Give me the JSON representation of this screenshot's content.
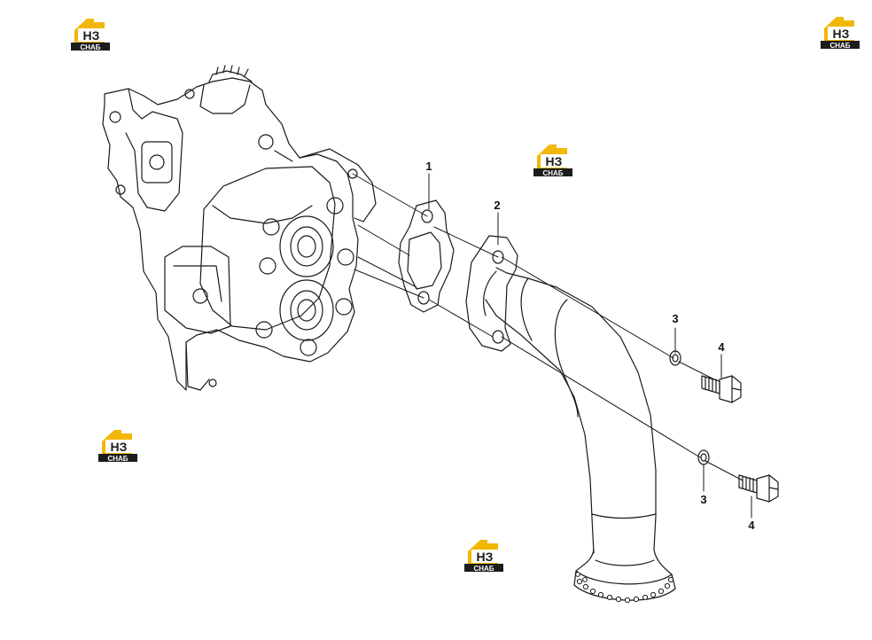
{
  "watermark": {
    "mark": "НЗ",
    "text": "СНАБ",
    "colors": {
      "house": "#f2b705",
      "badge": "#f2b705",
      "bar": "#1c1c1c",
      "bar_text": "#ffffff",
      "mark_text": "#1c1c1c"
    }
  },
  "callouts": [
    "1",
    "2",
    "3",
    "4",
    "3",
    "4"
  ],
  "colors": {
    "line": "#1a1a1a",
    "background": "#ffffff"
  }
}
